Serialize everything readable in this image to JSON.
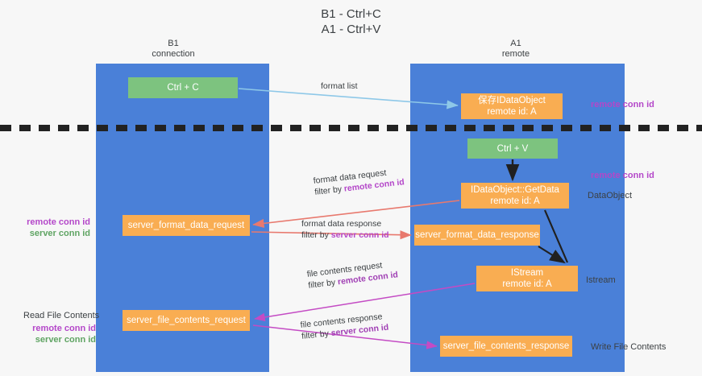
{
  "title": {
    "line1": "B1 - Ctrl+C",
    "line2": "A1 - Ctrl+V"
  },
  "columns": {
    "left": {
      "name": "B1",
      "role": "connection"
    },
    "right": {
      "name": "A1",
      "role": "remote"
    }
  },
  "colors": {
    "lane": "#4a80d8",
    "green_node": "#7dc37f",
    "orange_node": "#f9ad52",
    "remote_conn_id": "#b447c9",
    "server_conn_id": "#5fa463",
    "arrow_blue": "#8ec8e8",
    "arrow_red": "#e8796e",
    "arrow_magenta": "#c44bc4",
    "arrow_black": "#202020",
    "divider": "#222222",
    "background": "#f7f7f7"
  },
  "nodes": {
    "ctrl_c": {
      "label": "Ctrl + C"
    },
    "save_idataobject": {
      "label": "保存IDataObject",
      "sub": "remote id: A"
    },
    "ctrl_v": {
      "label": "Ctrl + V"
    },
    "getdata": {
      "label": "IDataObject::GetData",
      "sub": "remote id: A"
    },
    "server_format_data_request": {
      "label": "server_format_data_request"
    },
    "server_format_data_response": {
      "label": "server_format_data_response"
    },
    "istream": {
      "label": "IStream",
      "sub": "remote id: A"
    },
    "server_file_contents_request": {
      "label": "server_file_contents_request"
    },
    "server_file_contents_response": {
      "label": "server_file_contents_response"
    }
  },
  "edge_labels": {
    "format_list": "format list",
    "format_data_request": {
      "line1": "format data request",
      "filter_prefix": "filter by ",
      "filter_key": "remote conn id"
    },
    "format_data_response": {
      "line1": "format data response",
      "filter_prefix": "filter by ",
      "filter_key": "server conn id"
    },
    "file_contents_request": {
      "line1": "file contents request",
      "filter_prefix": "filter by ",
      "filter_key": "remote conn id"
    },
    "file_contents_response": {
      "line1": "file contents response",
      "filter_prefix": "filter by ",
      "filter_key": "server conn id"
    }
  },
  "annotations": {
    "right_remote_conn_id_top": "remote conn id",
    "right_remote_conn_id_mid": "remote conn id",
    "right_dataobject": "DataObject",
    "right_istream": "Istream",
    "right_write_file_contents": "Write File Contents",
    "left_remote_conn_id_1": "remote conn id",
    "left_server_conn_id_1": "server conn id",
    "left_read_file_contents": "Read File Contents",
    "left_remote_conn_id_2": "remote conn id",
    "left_server_conn_id_2": "server conn id"
  }
}
